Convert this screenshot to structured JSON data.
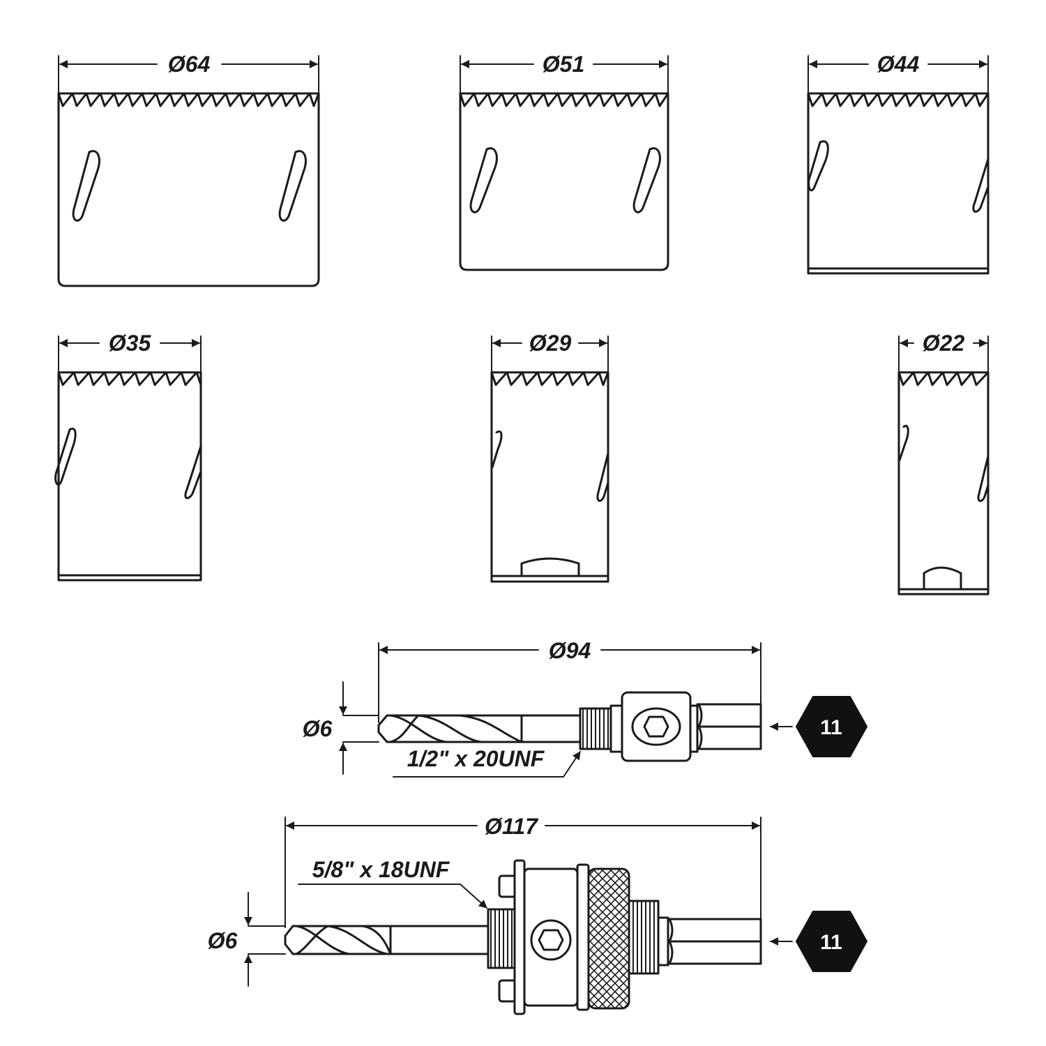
{
  "hole_saws": [
    {
      "label": "Ø64"
    },
    {
      "label": "Ø51"
    },
    {
      "label": "Ø44"
    },
    {
      "label": "Ø35"
    },
    {
      "label": "Ø29"
    },
    {
      "label": "Ø22"
    }
  ],
  "arbors": [
    {
      "length_label": "Ø94",
      "drill_label": "Ø6",
      "thread_label": "1/2\" x 20UNF",
      "hex_label": "11"
    },
    {
      "length_label": "Ø117",
      "drill_label": "Ø6",
      "thread_label": "5/8\" x 18UNF",
      "hex_label": "11"
    }
  ],
  "colors": {
    "ink": "#1a1a1a",
    "background": "#ffffff",
    "hex_fill": "#111111"
  }
}
